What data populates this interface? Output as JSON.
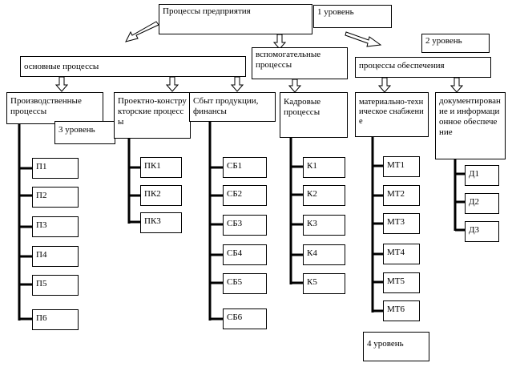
{
  "diagram": {
    "root": "Процессы предприятия",
    "levels": {
      "level1": "1 уровень",
      "level2": "2 уровень",
      "level3": "3 уровень",
      "level4": "4 уровень"
    },
    "groups": {
      "main": "основные процессы",
      "auxiliary": "вспомогательные процессы",
      "support": "процессы обеспечения"
    },
    "processes": {
      "production": "Производственные процессы",
      "design": "Проектно-конструкторские процессы",
      "sales": "Сбыт продукции, финансы",
      "hr": "Кадровые процессы",
      "material": "материально-техническое снабжение",
      "docs": "документирование и информационное обеспечение"
    },
    "leaves": {
      "production": [
        "П1",
        "П2",
        "П3",
        "П4",
        "П5",
        "П6"
      ],
      "design": [
        "ПК1",
        "ПК2",
        "ПК3"
      ],
      "sales": [
        "СБ1",
        "СБ2",
        "СБ3",
        "СБ4",
        "СБ5",
        "СБ6"
      ],
      "hr": [
        "К1",
        "К2",
        "К3",
        "К4",
        "К5"
      ],
      "material": [
        "МТ1",
        "МТ2",
        "МТ3",
        "МТ4",
        "МТ5",
        "МТ6"
      ],
      "docs": [
        "Д1",
        "Д2",
        "Д3"
      ]
    }
  }
}
